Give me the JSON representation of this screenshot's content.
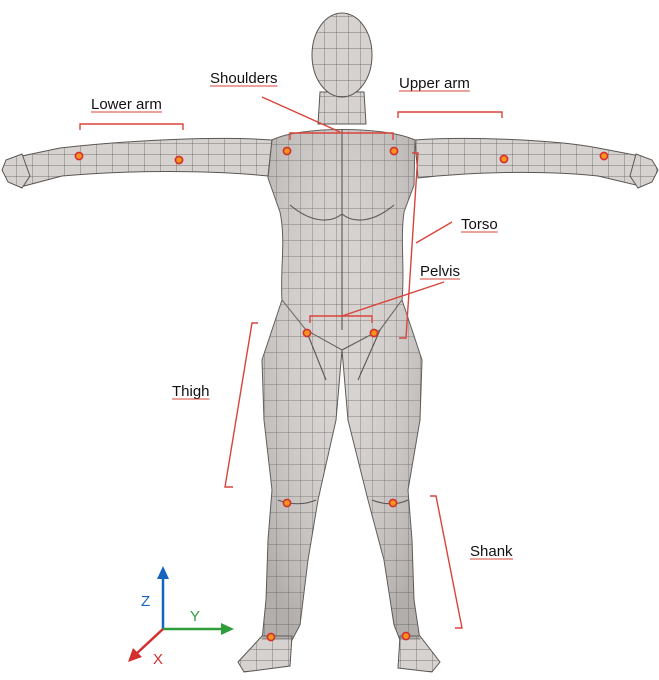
{
  "labels": {
    "shoulders": "Shoulders",
    "upper_arm": "Upper arm",
    "lower_arm": "Lower arm",
    "torso": "Torso",
    "pelvis": "Pelvis",
    "thigh": "Thigh",
    "shank": "Shank"
  },
  "axes": {
    "z": "Z",
    "y": "Y",
    "x": "X"
  },
  "colors": {
    "bracket": "#d9443a",
    "joint_fill": "#f7941d",
    "joint_stroke": "#d32f2f",
    "mesh_fill": "#d6d2d0",
    "mesh_line": "#5a5654",
    "axis_z": "#1565c0",
    "axis_y": "#2e9e3a",
    "axis_x": "#d32f2f"
  },
  "joints": [
    "left-wrist",
    "left-elbow",
    "left-shoulder",
    "right-shoulder",
    "right-elbow",
    "right-wrist",
    "left-hip",
    "right-hip",
    "left-knee",
    "right-knee",
    "left-ankle",
    "right-ankle"
  ]
}
